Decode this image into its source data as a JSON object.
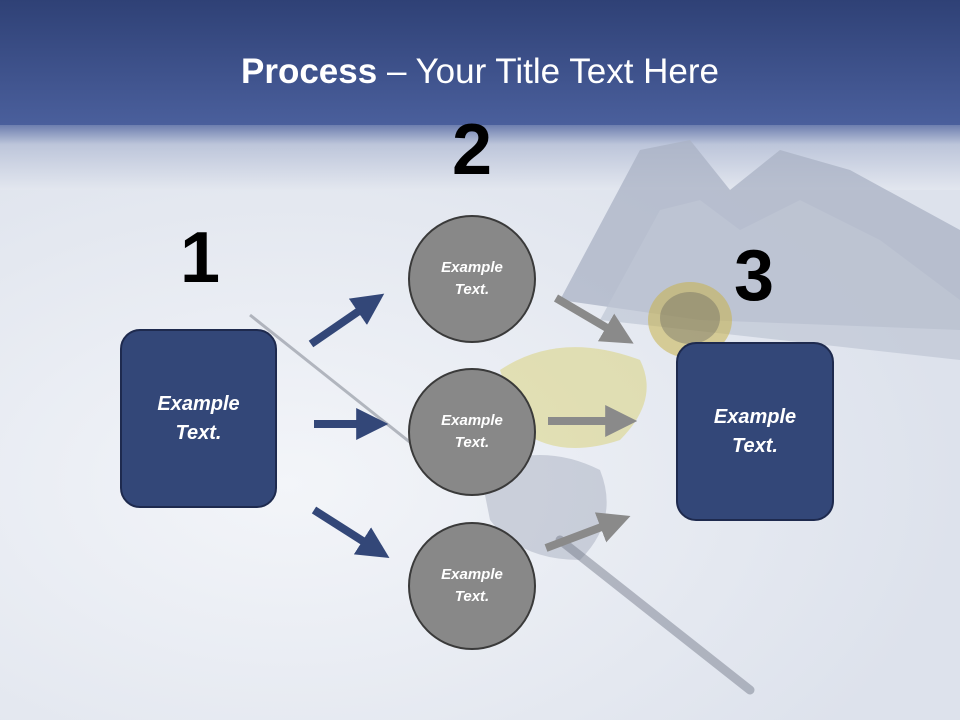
{
  "title": {
    "bold": "Process",
    "rest": " – Your Title Text Here"
  },
  "steps": [
    {
      "number": "1"
    },
    {
      "number": "2"
    },
    {
      "number": "3"
    }
  ],
  "left_box": {
    "line1": "Example",
    "line2": "Text."
  },
  "right_box": {
    "line1": "Example",
    "line2": "Text."
  },
  "circles": [
    {
      "line1": "Example",
      "line2": "Text."
    },
    {
      "line1": "Example",
      "line2": "Text."
    },
    {
      "line1": "Example",
      "line2": "Text."
    }
  ],
  "colors": {
    "header": "#3a5190",
    "box": "#334778",
    "circle": "#888888",
    "arrow_blue": "#334778",
    "arrow_gray": "#8a8a8a"
  }
}
